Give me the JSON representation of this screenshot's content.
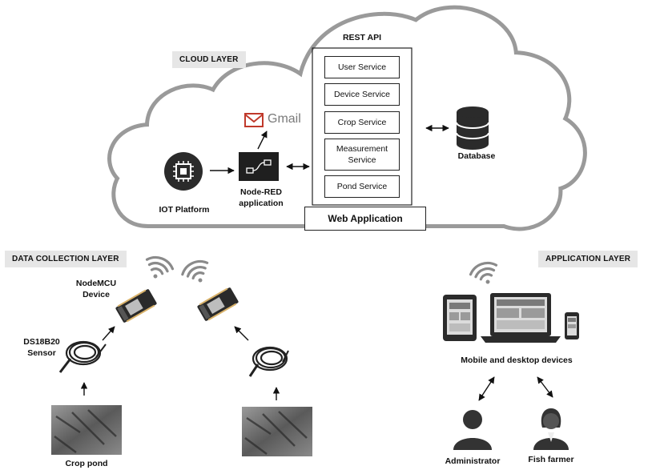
{
  "layers": {
    "cloud": "CLOUD LAYER",
    "data_collection": "DATA COLLECTION LAYER",
    "application": "APPLICATION LAYER"
  },
  "rest_api": {
    "title": "REST API",
    "services": [
      "User Service",
      "Device Service",
      "Crop Service",
      "Measurement Service",
      "Pond Service"
    ]
  },
  "web_application": "Web Application",
  "database": "Database",
  "gmail": "Gmail",
  "iot_platform": "IOT Platform",
  "node_red": {
    "line1": "Node-RED",
    "line2": "application"
  },
  "nodemcu": {
    "line1": "NodeMCU",
    "line2": "Device"
  },
  "sensor": {
    "line1": "DS18B20",
    "line2": "Sensor"
  },
  "crop_pond": "Crop pond",
  "devices_label": "Mobile and desktop devices",
  "users": {
    "admin": "Administrator",
    "farmer": "Fish farmer"
  },
  "colors": {
    "gmail_red": "#c0392b",
    "icon_dark": "#2b2b2b",
    "tag_bg": "#e6e6e6"
  }
}
